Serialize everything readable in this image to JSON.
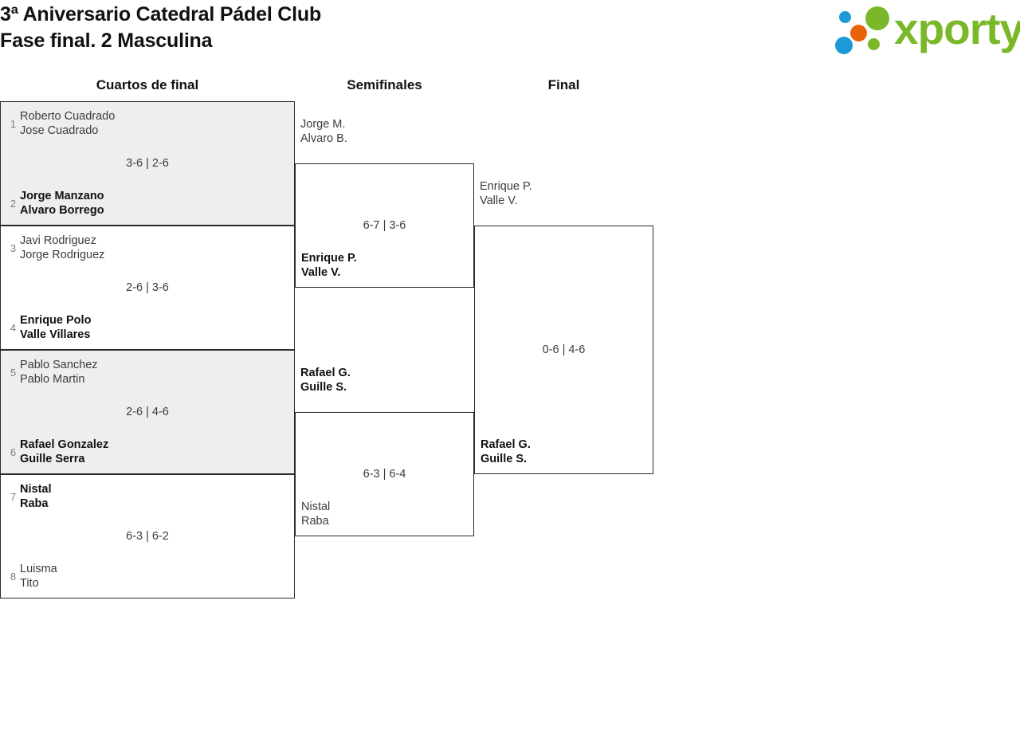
{
  "header": {
    "title_line_1": "3ª Aniversario Catedral Pádel Club",
    "title_line_2": "Fase final. 2 Masculina",
    "logo_text": "xporty",
    "logo_colors": {
      "blue": "#1b9ad6",
      "orange": "#e8620c",
      "green": "#7ab82a"
    }
  },
  "rounds": [
    {
      "label": "Cuartos de final"
    },
    {
      "label": "Semifinales"
    },
    {
      "label": "Final"
    }
  ],
  "bracket": {
    "quarterfinals": [
      {
        "shaded": true,
        "score": "3-6 | 2-6",
        "top": {
          "seed": "1",
          "player_1": "Roberto Cuadrado",
          "player_2": "Jose Cuadrado",
          "winner": false
        },
        "bottom": {
          "seed": "2",
          "player_1": "Jorge Manzano",
          "player_2": "Alvaro Borrego",
          "winner": true
        }
      },
      {
        "shaded": false,
        "score": "2-6 | 3-6",
        "top": {
          "seed": "3",
          "player_1": "Javi Rodriguez",
          "player_2": "Jorge Rodriguez",
          "winner": false
        },
        "bottom": {
          "seed": "4",
          "player_1": "Enrique Polo",
          "player_2": "Valle Villares",
          "winner": true
        }
      },
      {
        "shaded": true,
        "score": "2-6 | 4-6",
        "top": {
          "seed": "5",
          "player_1": "Pablo Sanchez",
          "player_2": "Pablo Martin",
          "winner": false
        },
        "bottom": {
          "seed": "6",
          "player_1": "Rafael Gonzalez",
          "player_2": "Guille Serra",
          "winner": true
        }
      },
      {
        "shaded": false,
        "score": "6-3 | 6-2",
        "top": {
          "seed": "7",
          "player_1": "Nistal",
          "player_2": "Raba",
          "winner": true
        },
        "bottom": {
          "seed": "8",
          "player_1": "Luisma",
          "player_2": "Tito",
          "winner": false
        }
      }
    ],
    "semifinals": [
      {
        "score": "6-7 | 3-6",
        "top": {
          "player_1": "Jorge M.",
          "player_2": "Alvaro B.",
          "winner": false
        },
        "bottom": {
          "player_1": "Enrique P.",
          "player_2": "Valle V.",
          "winner": true
        }
      },
      {
        "score": "6-3 | 6-4",
        "top": {
          "player_1": "Rafael G.",
          "player_2": "Guille S.",
          "winner": true
        },
        "bottom": {
          "player_1": "Nistal",
          "player_2": "Raba",
          "winner": false
        }
      }
    ],
    "final": [
      {
        "score": "0-6 | 4-6",
        "top": {
          "player_1": "Enrique P.",
          "player_2": "Valle V.",
          "winner": false
        },
        "bottom": {
          "player_1": "Rafael G.",
          "player_2": "Guille S.",
          "winner": true
        }
      }
    ]
  }
}
